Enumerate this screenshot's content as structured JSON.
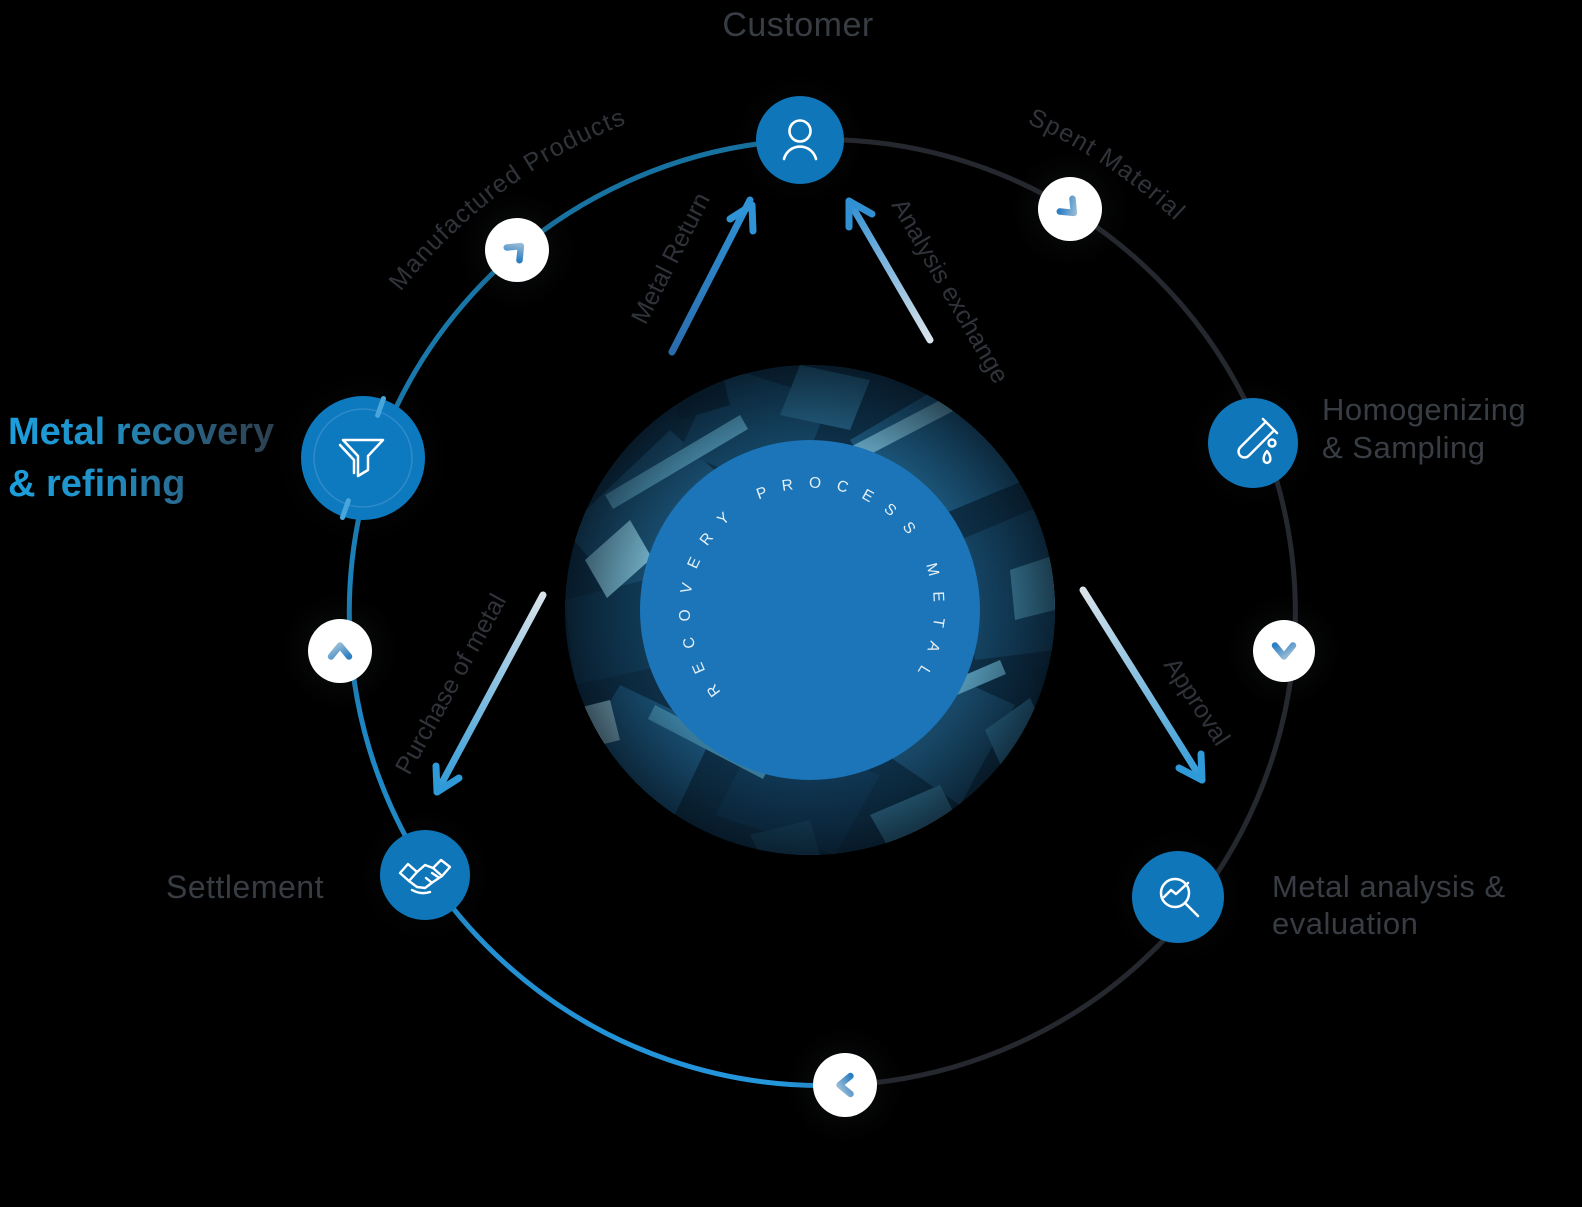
{
  "diagram": {
    "center_ring_text": "RECOVERY PROCESS METAL",
    "stations": {
      "customer": {
        "label": "Customer"
      },
      "homogenizing_sampling": {
        "line1": "Homogenizing",
        "line2": "& Sampling"
      },
      "metal_analysis_evaluation": {
        "line1": "Metal analysis &",
        "line2": "evaluation"
      },
      "settlement": {
        "label": "Settlement"
      },
      "metal_recovery_refining": {
        "line1": "Metal recovery",
        "line2": "& refining"
      }
    },
    "arc_labels": {
      "manufactured_products": "Manufactured Products",
      "spent_material": "Spent Material"
    },
    "flow_labels": {
      "metal_return": "Metal Return",
      "analysis_exchange": "Analysis exchange",
      "purchase_of_metal": "Purchase of metal",
      "approval": "Approval"
    },
    "icons": {
      "customer": "person-icon",
      "homogenizing_sampling": "test-tube-icon",
      "metal_analysis_evaluation": "magnifier-chart-icon",
      "settlement": "handshake-icon",
      "metal_recovery_refining": "funnel-icon",
      "step_buttons": "chevron-icon"
    },
    "colors": {
      "background": "#000000",
      "node_blue": "#0f76b9",
      "node_blue_active": "#0d79bf",
      "center_circle": "#1b75b8",
      "arc_blue": "#2496dc",
      "arc_blue_dark_end": "#17719f",
      "arc_dark": "#25282e",
      "label_primary": "#383c43",
      "label_secondary": "#30343a",
      "heading_blue": "#1c9fdd",
      "heading_dark": "#2c3b48",
      "chevron_blue": "#2e7fc2",
      "arrow_blue": "#2f93d6",
      "arrow_fade": "#d9e3ea",
      "node_white": "#ffffff"
    }
  }
}
